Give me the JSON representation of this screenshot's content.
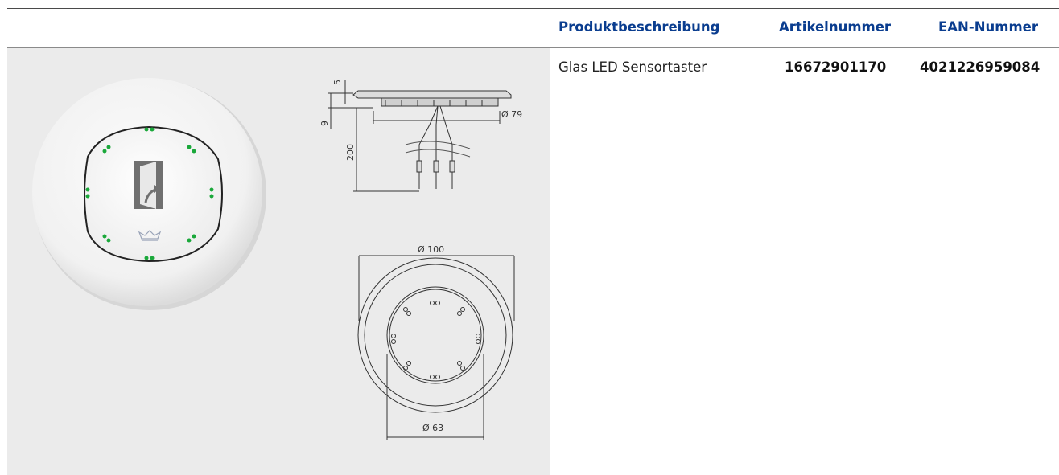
{
  "table": {
    "headers": {
      "description": "Produktbeschreibung",
      "article_number": "Artikelnummer",
      "ean_number": "EAN-Nummer"
    },
    "rows": [
      {
        "description": "Glas LED Sensortaster",
        "article_number": "16672901170",
        "ean_number": "4021226959084"
      }
    ]
  },
  "drawing": {
    "dim_5": "5",
    "dim_9": "9",
    "dim_200": "200",
    "dim_79": "Ø 79",
    "dim_100": "Ø 100",
    "dim_63": "Ø 63"
  },
  "colors": {
    "header_text": "#0a3d8f",
    "led_green": "#1aa83a",
    "panel_bg": "#ebebeb"
  }
}
